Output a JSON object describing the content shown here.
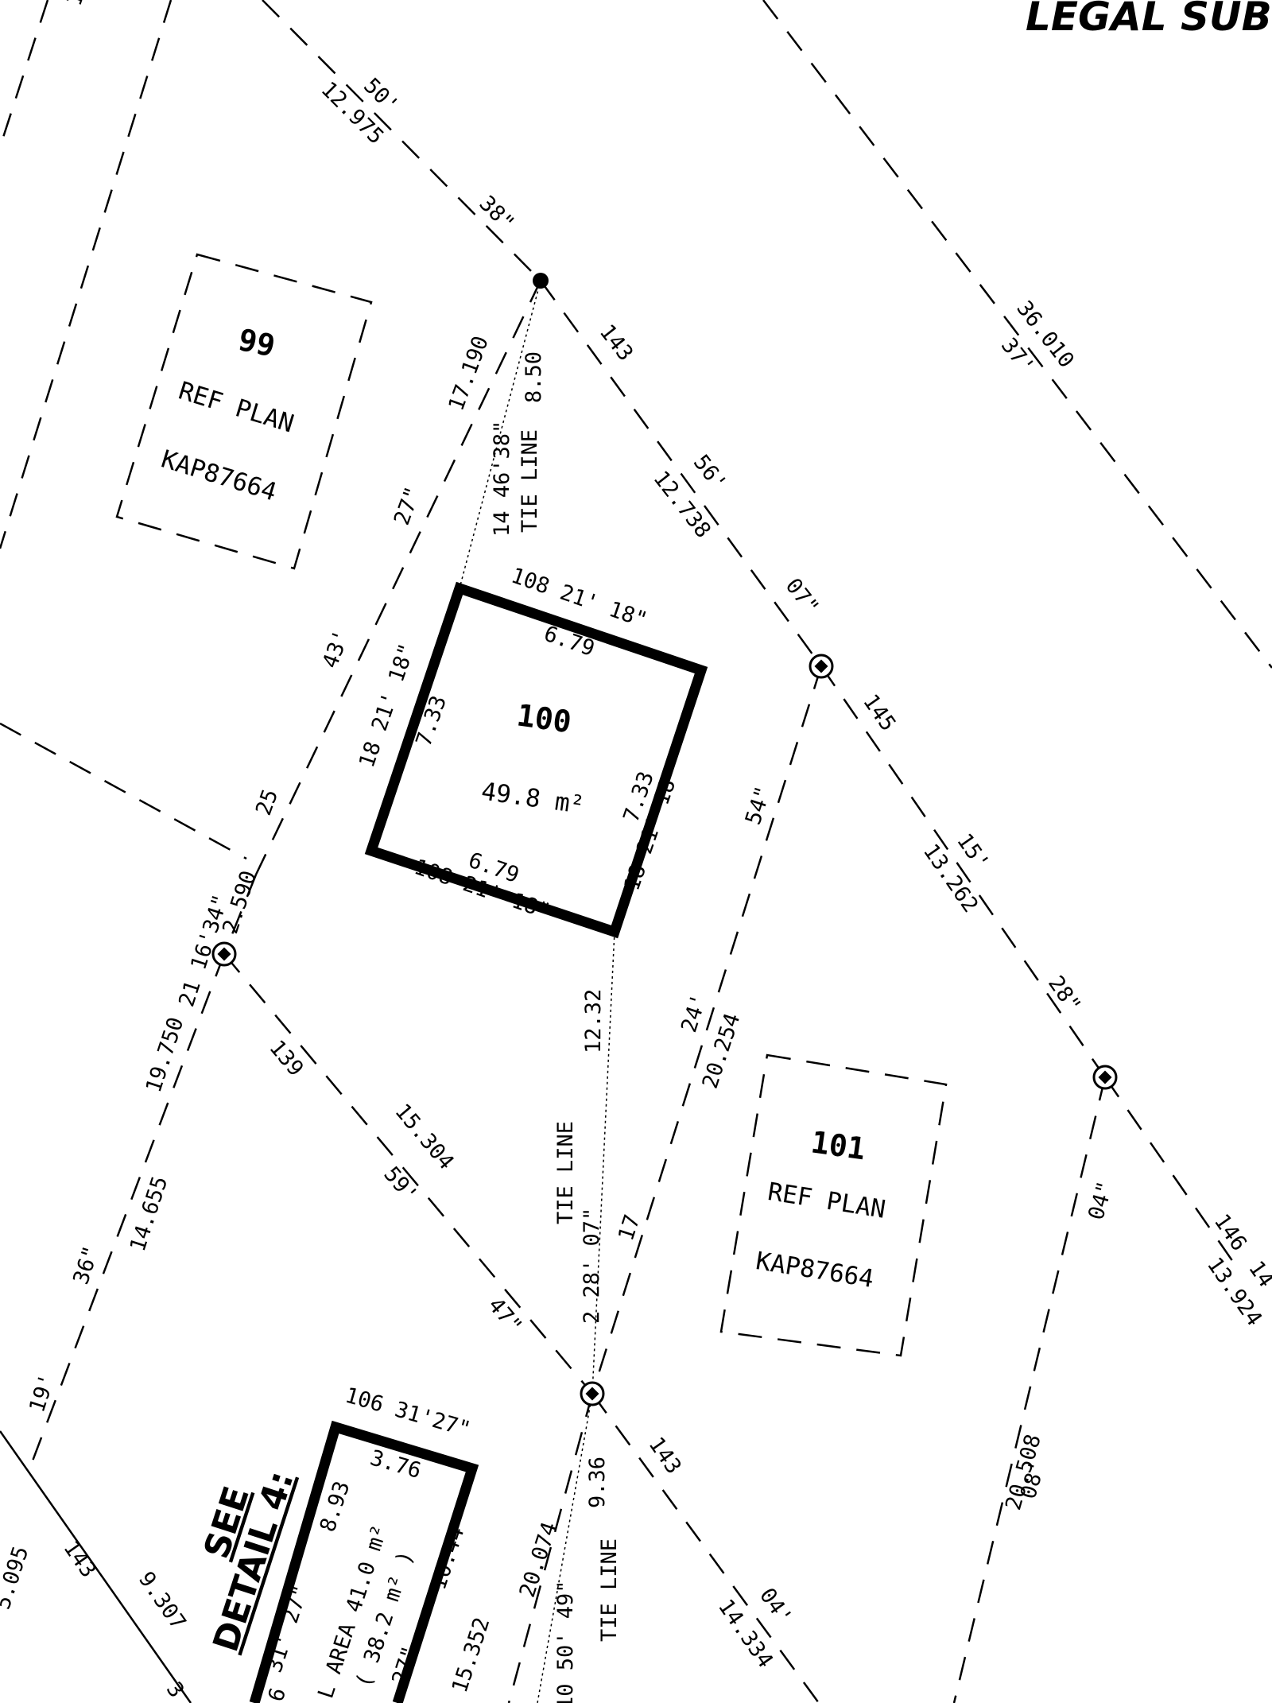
{
  "header": {
    "title": "LEGAL SUB"
  },
  "lots": [
    {
      "number": "99",
      "ref": "REF PLAN",
      "plan": "KAP87664"
    },
    {
      "number": "100",
      "area": "49.8 m²"
    },
    {
      "number": "101",
      "ref": "REF PLAN",
      "plan": "KAP87664"
    }
  ],
  "detail_ref": {
    "line1": "SEE",
    "line2": "DETAIL 4:"
  },
  "detail_lot": {
    "bearing": "106 31'27\"",
    "dim_top": "3.76",
    "dim_left": "8.93",
    "dim_right": "10.44",
    "area": "L AREA 41.0 m²",
    "sub_area": "( 38.2 m² )",
    "frag_a": "31' 27\"",
    "frag_b": ". 27\"",
    "frag_c": "6"
  },
  "lot100_dims": {
    "top_bearing": "108  21' 18\"",
    "top_dist": "6.79",
    "left_bearing": "18  21' 18\"",
    "left_dist": "7.33",
    "right_bearing": "18  21' 18\"",
    "right_dist": "7.33",
    "bottom_bearing": "108  21' 18\"",
    "bottom_dist": "6.79"
  },
  "tie_lines": [
    {
      "bearing": "14  46'38\"",
      "label": "TIE LINE",
      "dist": "8.50"
    },
    {
      "bearing": "2  28' 07\"",
      "label": "TIE LINE",
      "dist": "12.32"
    },
    {
      "bearing": "10  50' 49\"",
      "label": "TIE LINE",
      "dist": "9.36"
    }
  ],
  "boundary_labels": {
    "top_deg": "50'",
    "top_dist": "12.975",
    "top_sec": "38\"",
    "nw_dist": "17.190",
    "nw_sec": "27\"",
    "nw_min": "43'",
    "nw_deg": "25",
    "ne_deg": "143",
    "ne_min": "56'",
    "ne_dist": "12.738",
    "ne_sec": "07\"",
    "far_dist": "36.010",
    "far_min": "37'",
    "e_deg": "145",
    "e_min": "15'",
    "e_dist": "13.262",
    "e_sec": "28\"",
    "mid_sec": "54\"",
    "mid_min": "24'",
    "mid_dist": "20.254",
    "mid_deg": "17",
    "w_bearing": "21  16'34\"",
    "w_dist": "2.590",
    "diag_deg": "139",
    "diag_dist": "15.304",
    "diag_min": "59'",
    "diag_sec": "47\"",
    "left_dist": "19.750",
    "left_dist2": "14.655",
    "left_sec": "36\"",
    "left_min": "19'",
    "se_deg": "143",
    "se_min": "04'",
    "se_dist": "14.334",
    "r_sec": "04\"",
    "r_dist": "20.508",
    "r_min": "08'",
    "far_e_deg": "146",
    "far_e_dist": "13.924",
    "far_e_deg2": "14",
    "bl_dist": "5.095",
    "bl_deg": "143",
    "bl_dist2": "9.307",
    "bl_frag": "3",
    "bm_dist": "20.074",
    "bm_dist2": "15.352",
    "tl_frag": "1"
  }
}
